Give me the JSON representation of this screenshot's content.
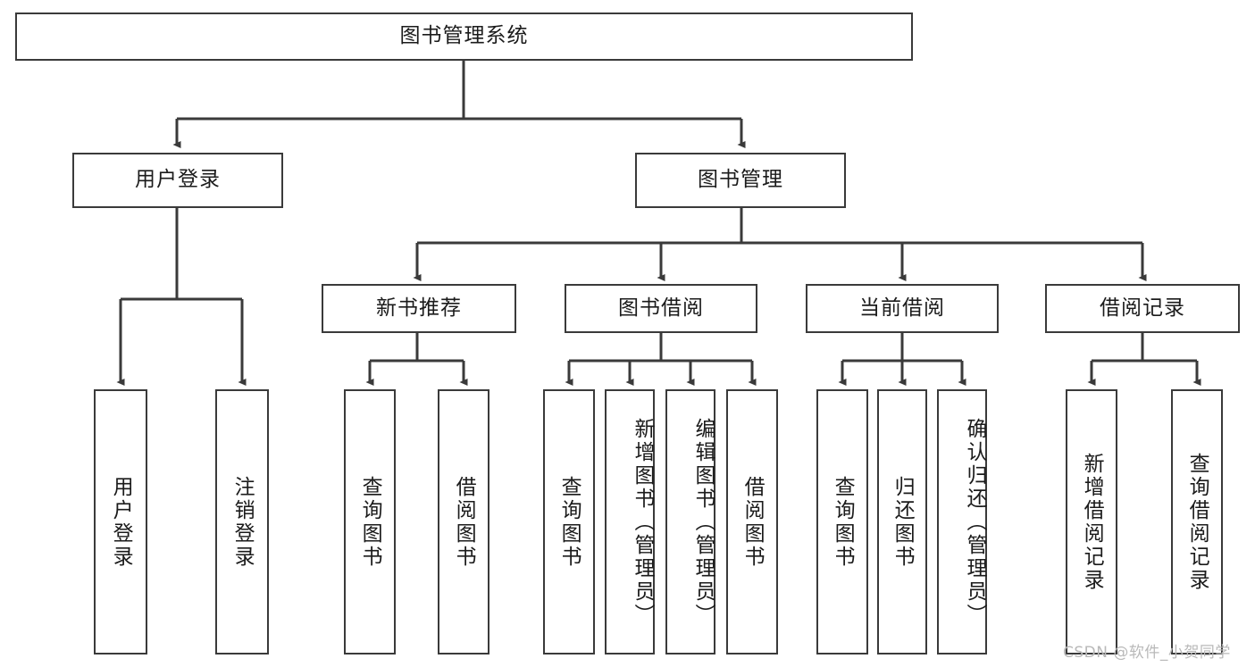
{
  "diagram": {
    "type": "tree-hierarchy-chart",
    "title": "图书管理系统",
    "stroke_color": "#3a3a3a",
    "background_color": "#ffffff",
    "text_color": "#1b1b1b",
    "levels": [
      {
        "level": 1,
        "nodes": [
          {
            "id": "root",
            "label": "图书管理系统",
            "orientation": "horizontal"
          }
        ]
      },
      {
        "level": 2,
        "nodes": [
          {
            "id": "login",
            "label": "用户登录",
            "orientation": "horizontal",
            "parent": "root"
          },
          {
            "id": "bookmgmt",
            "label": "图书管理",
            "orientation": "horizontal",
            "parent": "root"
          }
        ]
      },
      {
        "level": 3,
        "nodes": [
          {
            "id": "newbook",
            "label": "新书推荐",
            "orientation": "horizontal",
            "parent": "bookmgmt"
          },
          {
            "id": "borrow",
            "label": "图书借阅",
            "orientation": "horizontal",
            "parent": "bookmgmt"
          },
          {
            "id": "current",
            "label": "当前借阅",
            "orientation": "horizontal",
            "parent": "bookmgmt"
          },
          {
            "id": "records",
            "label": "借阅记录",
            "orientation": "horizontal",
            "parent": "bookmgmt"
          }
        ]
      },
      {
        "level": 4,
        "nodes": [
          {
            "id": "leaf1",
            "label": "用户登录",
            "orientation": "vertical",
            "parent": "login"
          },
          {
            "id": "leaf2",
            "label": "注销登录",
            "orientation": "vertical",
            "parent": "login"
          },
          {
            "id": "leaf3",
            "label": "查询图书",
            "orientation": "vertical",
            "parent": "newbook"
          },
          {
            "id": "leaf4",
            "label": "借阅图书",
            "orientation": "vertical",
            "parent": "newbook"
          },
          {
            "id": "leaf5",
            "label": "查询图书",
            "orientation": "vertical",
            "parent": "borrow"
          },
          {
            "id": "leaf6",
            "label": "新增图书（管理员）",
            "orientation": "vertical",
            "parent": "borrow"
          },
          {
            "id": "leaf7",
            "label": "编辑图书（管理员）",
            "orientation": "vertical",
            "parent": "borrow"
          },
          {
            "id": "leaf8",
            "label": "借阅图书",
            "orientation": "vertical",
            "parent": "borrow"
          },
          {
            "id": "leaf9",
            "label": "查询图书",
            "orientation": "vertical",
            "parent": "current"
          },
          {
            "id": "leaf10",
            "label": "归还图书",
            "orientation": "vertical",
            "parent": "current"
          },
          {
            "id": "leaf11",
            "label": "确认归还（管理员）",
            "orientation": "vertical",
            "parent": "current"
          },
          {
            "id": "leaf12",
            "label": "新增借阅记录",
            "orientation": "vertical",
            "parent": "records"
          },
          {
            "id": "leaf13",
            "label": "查询借阅记录",
            "orientation": "vertical",
            "parent": "records"
          }
        ]
      }
    ]
  },
  "watermark": {
    "text": "CSDN @软件_小贺同学"
  }
}
